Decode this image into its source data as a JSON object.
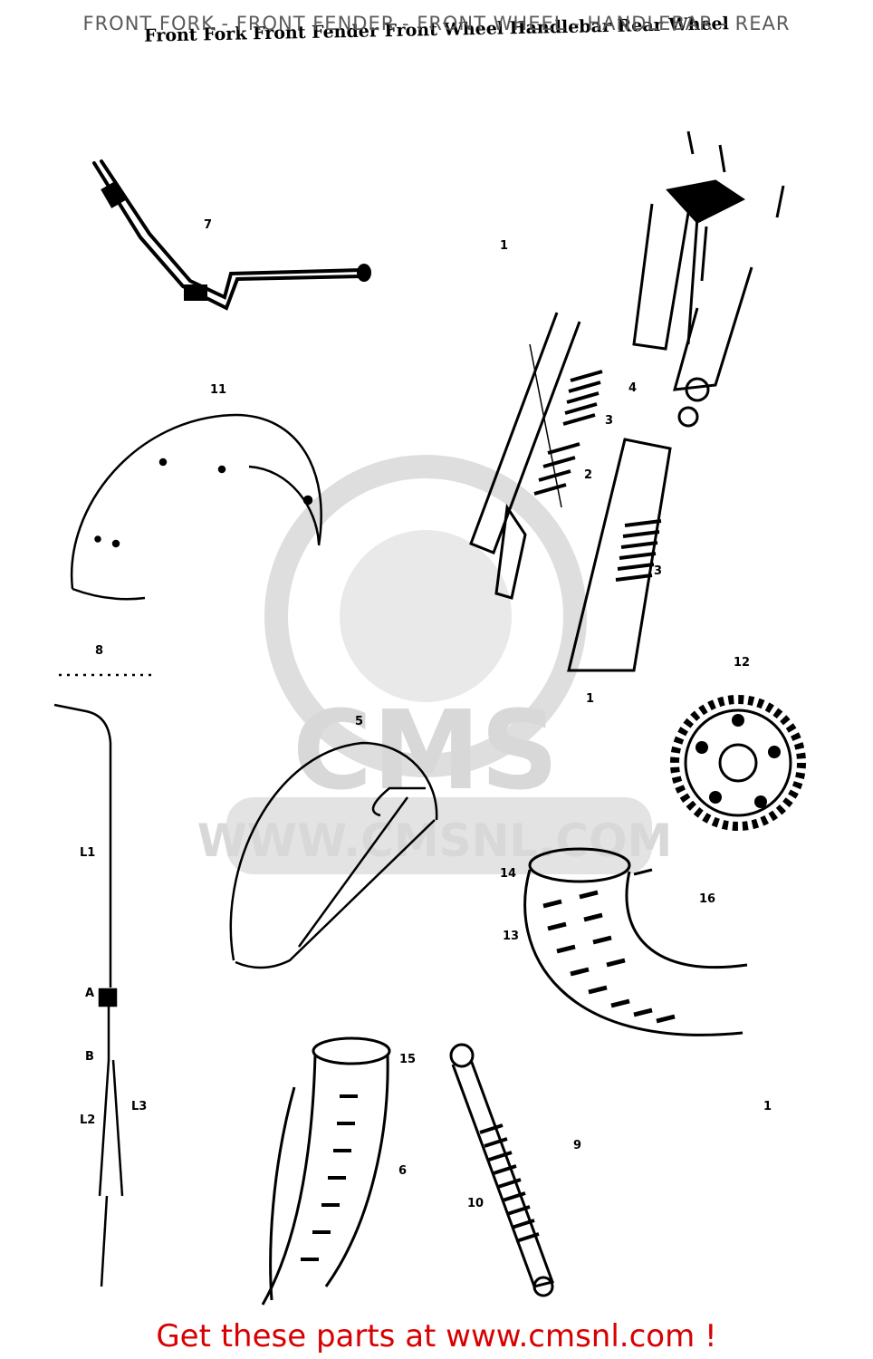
{
  "header": {
    "title": "FRONT FORK - FRONT FENDER - FRONT WHEEL - HANDLEBAR - REAR",
    "scan_title": "Front Fork Front Fender Front Wheel Handlebar Rear Wheel"
  },
  "watermark": {
    "brand": "CMS",
    "url": "WWW.CMSNL.COM"
  },
  "callouts": [
    "1",
    "2",
    "3",
    "4",
    "3",
    "3",
    "1",
    "5",
    "6",
    "7",
    "8",
    "9",
    "10",
    "11",
    "12",
    "13",
    "14",
    "15",
    "16",
    "1"
  ],
  "cable_labels": [
    "L1",
    "L2",
    "L3",
    "A",
    "B"
  ],
  "footer": {
    "link_text": "Get these parts at www.cmsnl.com !"
  },
  "colors": {
    "link": "#d80000",
    "ink": "#000000",
    "watermark": "#d8d8d8"
  }
}
